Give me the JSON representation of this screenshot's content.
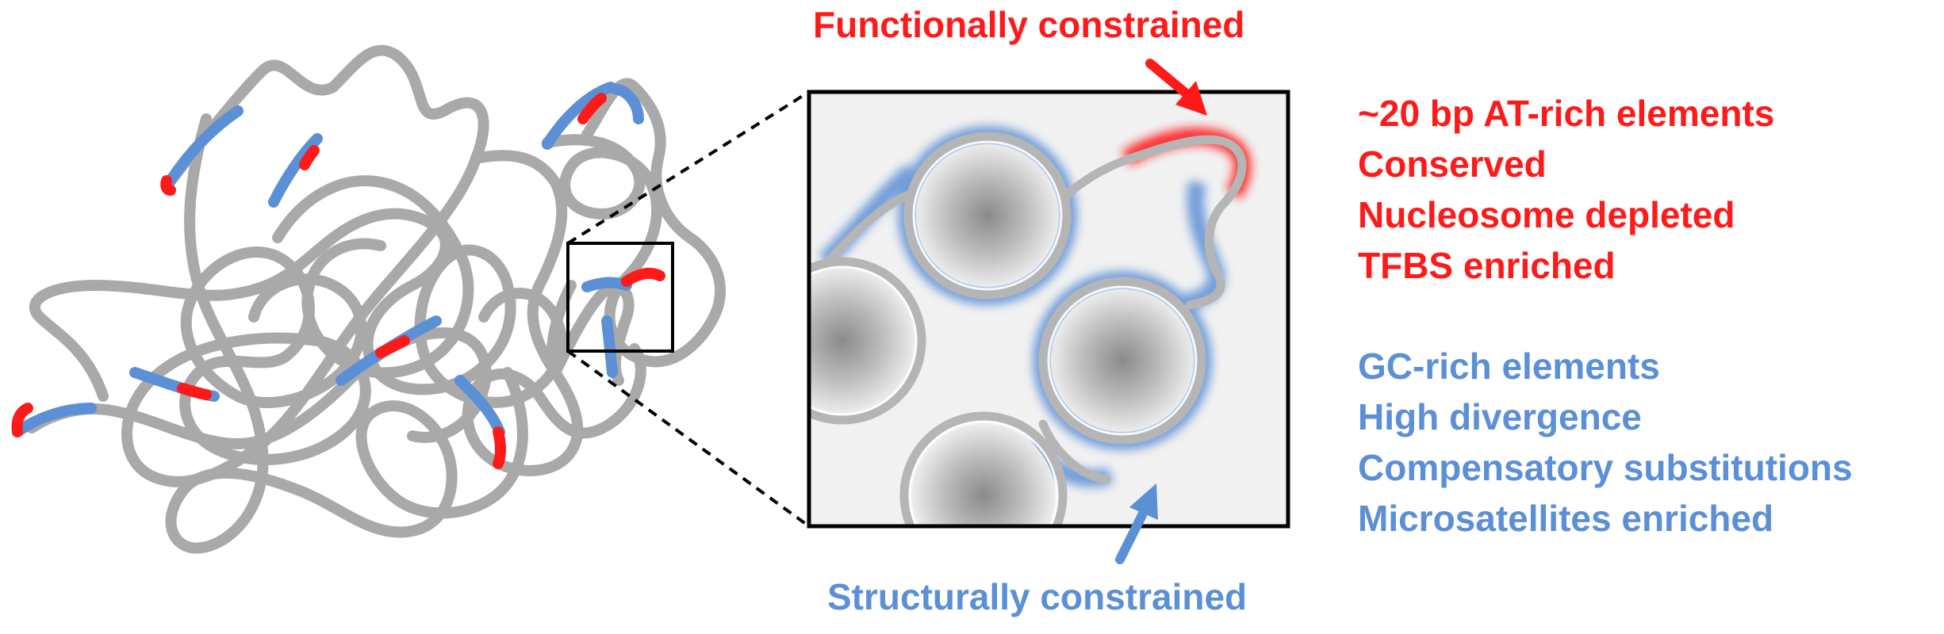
{
  "colors": {
    "red": "#ff1a1a",
    "blue": "#5b8fd6",
    "chain": "#a9a9a9",
    "bead": "#8c8c8c"
  },
  "labels": {
    "functional": "Functionally constrained",
    "structural": "Structurally constrained"
  },
  "functional_features": [
    "~20 bp AT-rich elements",
    "Conserved",
    "Nucleosome depleted",
    "TFBS enriched"
  ],
  "structural_features": [
    "GC-rich elements",
    "High  divergence",
    "Compensatory substitutions",
    "Microsatellites enriched"
  ]
}
